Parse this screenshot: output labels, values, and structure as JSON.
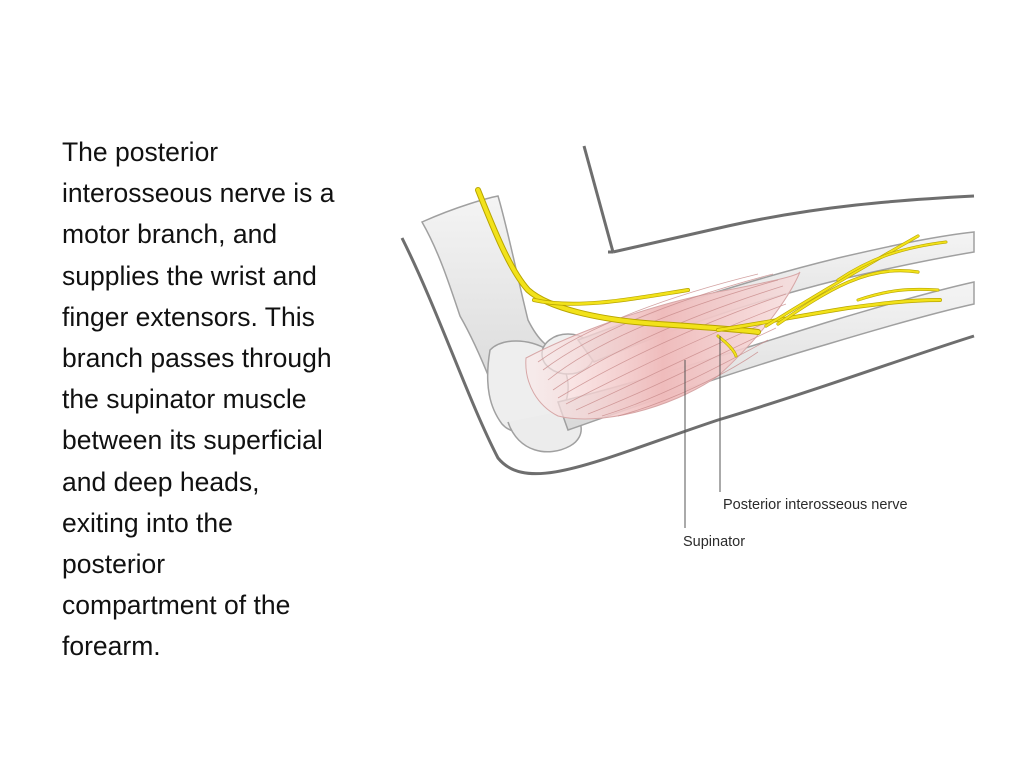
{
  "slide": {
    "body_text": "The posterior\ninterosseous nerve is a\nmotor branch, and\nsupplies the wrist and\nfinger extensors. This\nbranch passes through\nthe supinator muscle\nbetween its superficial\nand deep heads,\nexiting into the\nposterior\ncompartment of the\nforearm."
  },
  "figure": {
    "labels": {
      "posterior_interosseous_nerve": "Posterior interosseous nerve",
      "supinator": "Supinator"
    },
    "colors": {
      "nerve": "#f2e21a",
      "nerve_outline": "#b8a500",
      "muscle": "#f2c9c9",
      "muscle_lines": "#c98c8c",
      "bone": "#e8e8e8",
      "bone_outline": "#a0a0a0",
      "skin_outline": "#6e6e6e"
    }
  }
}
